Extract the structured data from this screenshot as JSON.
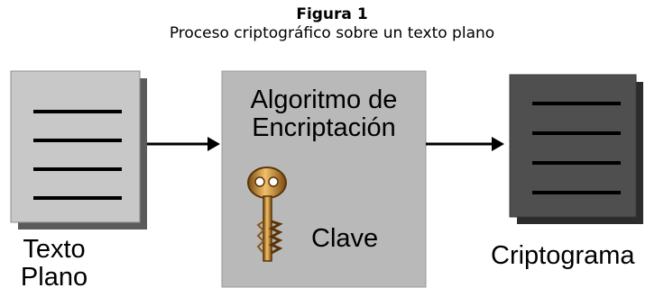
{
  "figure": {
    "number": "Figura 1",
    "title": "Proceso criptográfico sobre un texto plano"
  },
  "plaintext": {
    "line1": "Texto",
    "line2": "Plano"
  },
  "algorithm": {
    "line1": "Algoritmo de",
    "line2": "Encriptación"
  },
  "key": {
    "label": "Clave",
    "icon": "key-icon"
  },
  "ciphertext": {
    "label": "Criptograma"
  },
  "colors": {
    "plaintext_doc": "#c8c8c8",
    "algorithm_box": "#b9b9b9",
    "ciphertext_doc": "#4f4f4f",
    "key": "#c98a2e"
  }
}
